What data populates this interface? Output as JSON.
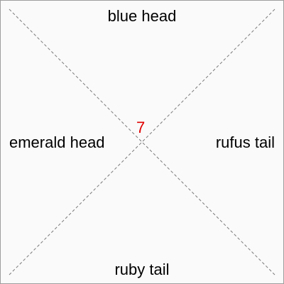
{
  "labels": {
    "top": "blue head",
    "left": "emerald head",
    "right": "rufus tail",
    "bottom": "ruby tail",
    "center": "7"
  },
  "colors": {
    "background": "#fafafa",
    "border": "#9e9e9e",
    "diagonal": "#7a7a7a",
    "text": "#000000",
    "center_number": "#e00000"
  }
}
